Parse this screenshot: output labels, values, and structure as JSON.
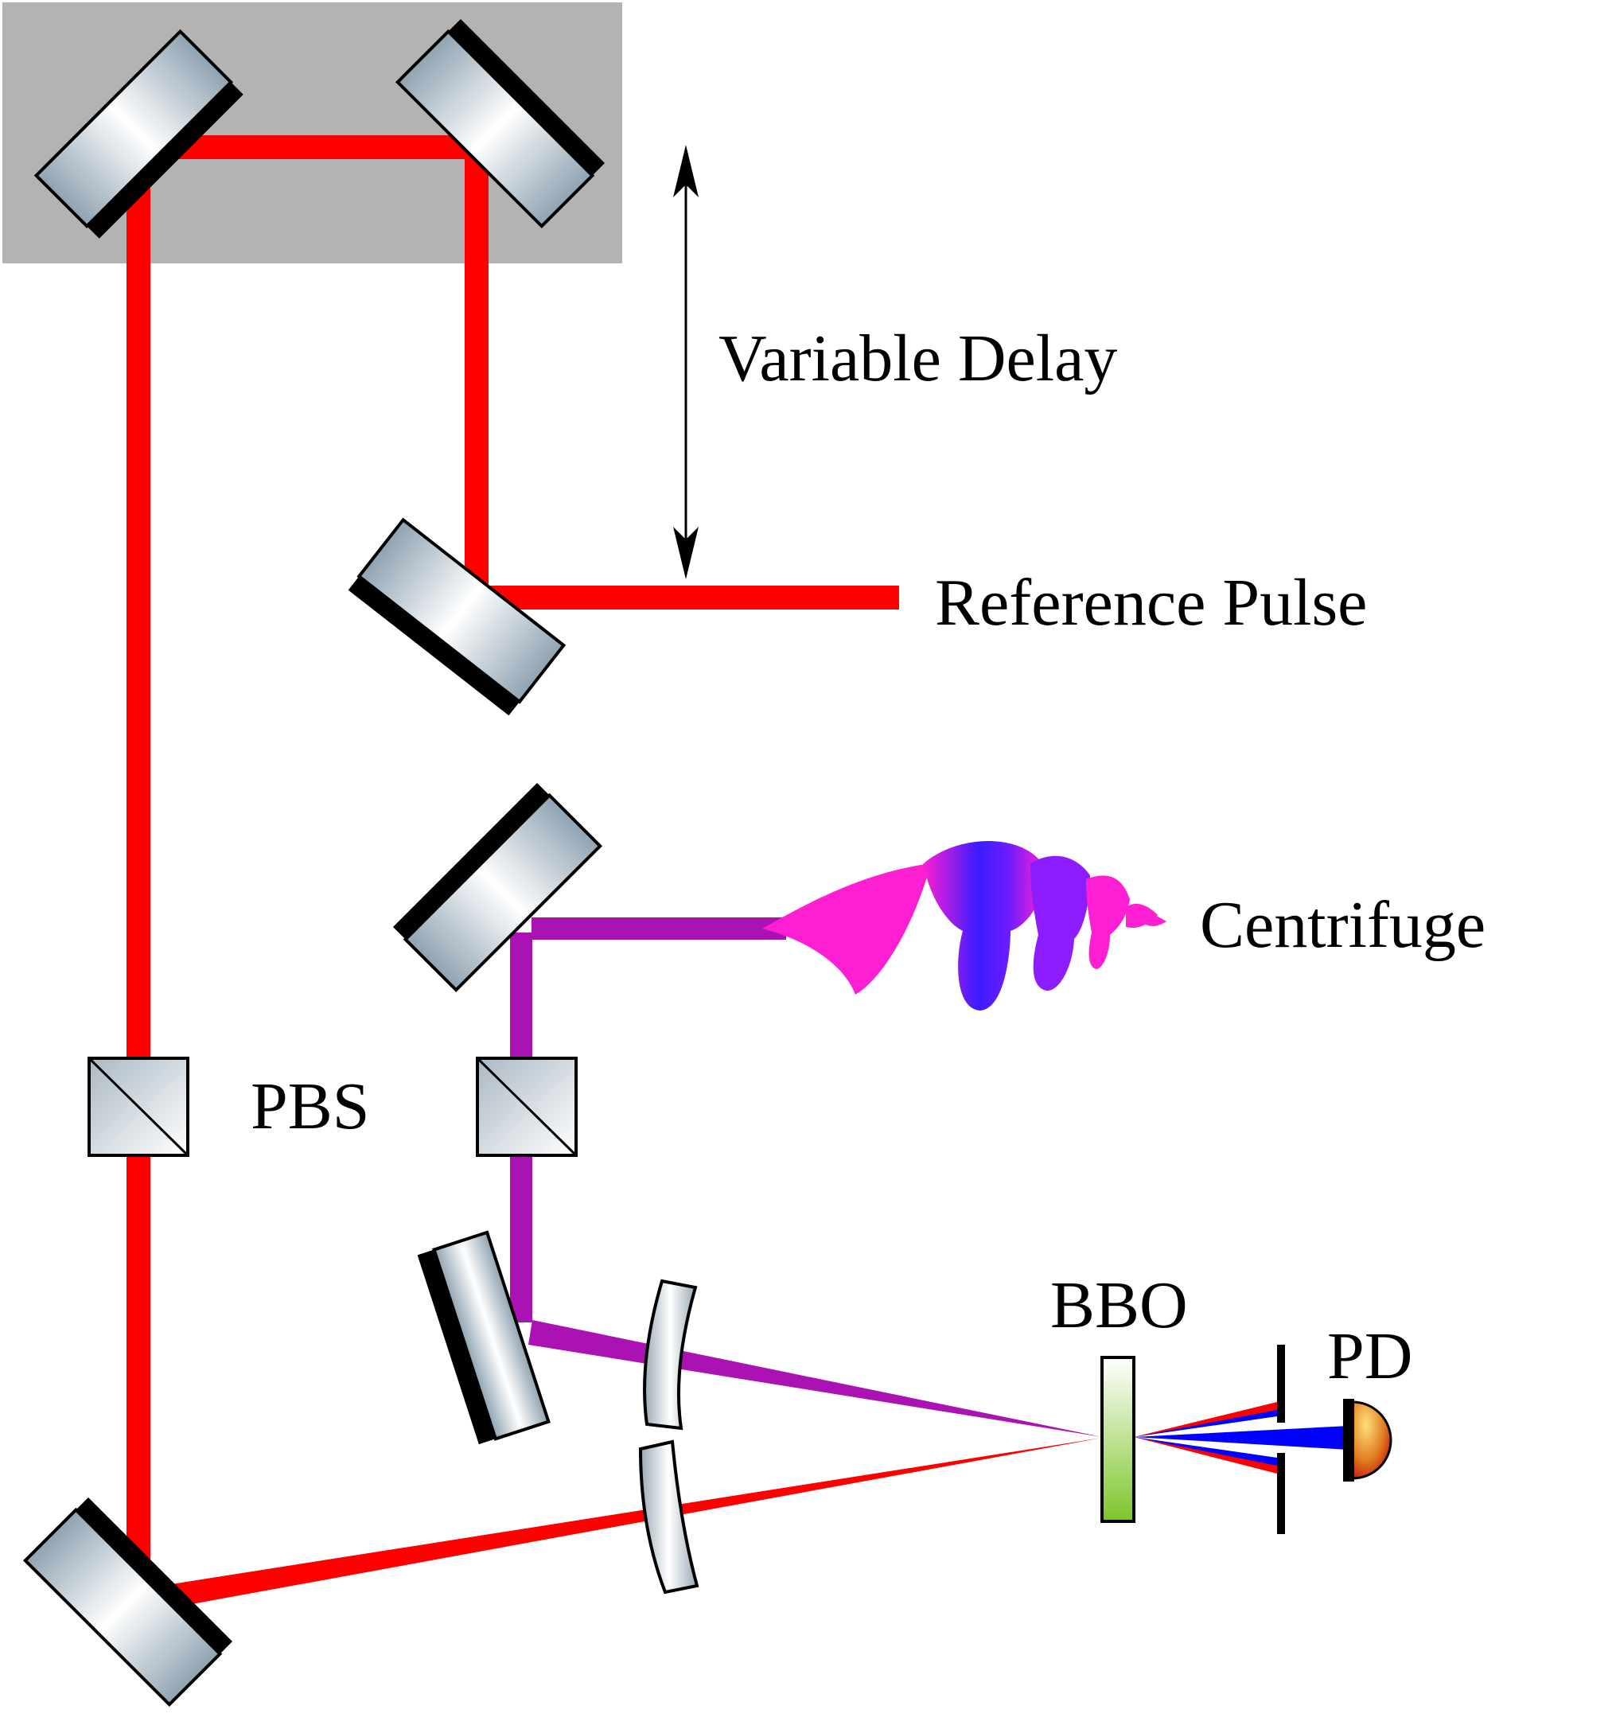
{
  "labels": {
    "variable_delay": "Variable Delay",
    "reference_pulse": "Reference Pulse",
    "centrifuge": "Centrifuge",
    "pbs": "PBS",
    "bbo": "BBO",
    "pd": "PD"
  },
  "colors": {
    "delay_stage": "#b3b3b3",
    "probe_beam": "#ff0000",
    "centrifuge_beam": "#aa12b4",
    "second_harmonic": "#0000ff",
    "mirror_glass_light": "#ffffff",
    "mirror_glass_dark": "#8fa3b2",
    "bbo_crystal": "#7dc52a",
    "detector": "#e07a1f",
    "centrifuge_pink": "#ff1fd2",
    "centrifuge_blue": "#3b1cff"
  }
}
